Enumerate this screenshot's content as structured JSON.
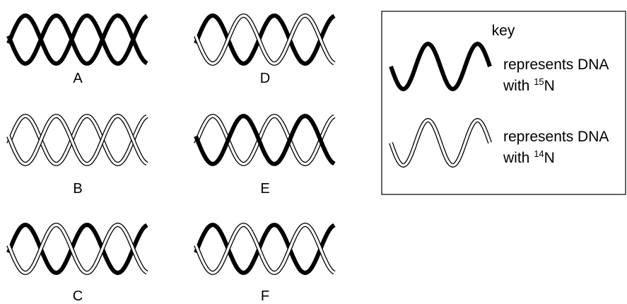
{
  "diagrams": [
    {
      "label": "A",
      "strand1": "15N",
      "strand2": "15N"
    },
    {
      "label": "D",
      "strand1": "15N",
      "strand2": "14N"
    },
    {
      "label": "B",
      "strand1": "14N",
      "strand2": "14N"
    },
    {
      "label": "E",
      "strand1": "14N",
      "strand2": "15N"
    },
    {
      "label": "C",
      "strand1": "15N",
      "strand2": "14N"
    },
    {
      "label": "F",
      "strand1": "15N",
      "strand2": "14N"
    }
  ],
  "key": {
    "title": "key",
    "items": [
      {
        "type": "15N",
        "line1": "represents DNA",
        "prefix": "with ",
        "sup": "15",
        "suffix": "N"
      },
      {
        "type": "14N",
        "line1": "represents DNA",
        "prefix": "with ",
        "sup": "14",
        "suffix": "N"
      }
    ]
  },
  "colors": {
    "ink": "#000000",
    "paper": "#ffffff"
  }
}
